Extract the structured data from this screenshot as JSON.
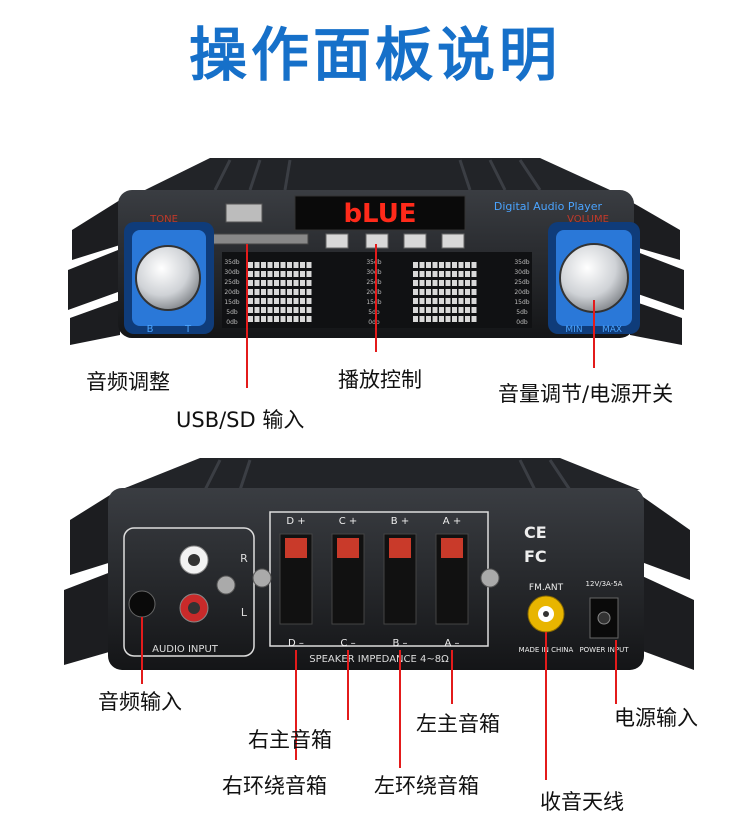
{
  "page_title": "操作面板说明",
  "colors": {
    "title": "#1670c9",
    "leader": "#e31b1b",
    "knob_ring": "#2a78d8",
    "display_text": "#ff2a1a"
  },
  "front_panel": {
    "display_text": "bLUE",
    "brand": "Digital Audio Player",
    "tone_label": "TONE",
    "volume_label": "VOLUME",
    "bass_label": "B",
    "treble_label": "T",
    "min_label": "MIN",
    "max_label": "MAX",
    "eq_scale": [
      "35db",
      "30db",
      "25db",
      "20db",
      "15db",
      "5db",
      "0db"
    ]
  },
  "rear_panel": {
    "audio_input": "AUDIO INPUT",
    "right_label": "R",
    "left_label": "L",
    "terminals_top": [
      "D +",
      "C +",
      "B +",
      "A +"
    ],
    "terminals_bottom": [
      "D –",
      "C –",
      "B –",
      "A –"
    ],
    "impedance": "SPEAKER IMPEDANCE 4~8Ω",
    "ce_mark": "CE",
    "fc_mark": "FC",
    "fm_ant": "FM.ANT",
    "made_in": "MADE IN CHINA",
    "power_rating": "12V/3A-5A",
    "power_input": "POWER INPUT"
  },
  "callouts": {
    "tone": "音频调整",
    "usb_sd": "USB/SD 输入",
    "playback": "播放控制",
    "volume_power": "音量调节/电源开关",
    "audio_input": "音频输入",
    "right_main": "右主音箱",
    "left_main": "左主音箱",
    "right_surround": "右环绕音箱",
    "left_surround": "左环绕音箱",
    "fm_antenna": "收音天线",
    "power_input": "电源输入"
  }
}
